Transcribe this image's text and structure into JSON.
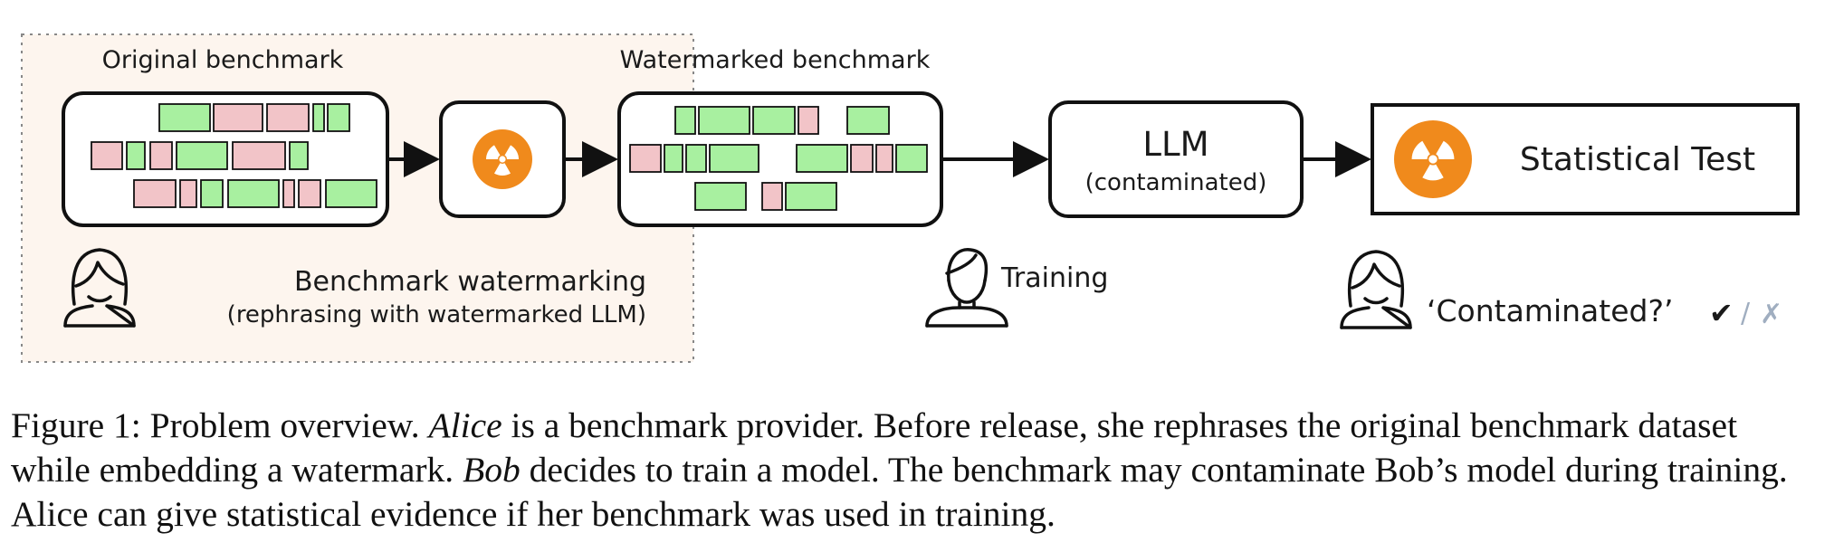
{
  "diagram": {
    "stages": {
      "original_label": "Original benchmark",
      "watermarked_label": "Watermarked benchmark",
      "llm_title": "LLM",
      "llm_subtitle": "(contaminated)",
      "test_label": "Statistical Test"
    },
    "actors": {
      "alice_line1": "Benchmark watermarking",
      "alice_line2": "(rephrasing with watermarked LLM)",
      "bob_label": "Training",
      "question": "‘Contaminated?’",
      "check_mark": "✔",
      "separator": "/",
      "cross_mark": "✗"
    },
    "icons": {
      "watermark": "radiation-icon",
      "alice": "woman-avatar-icon",
      "bob": "man-avatar-icon",
      "test": "radiation-icon"
    },
    "colors": {
      "token_green": "#a8f0a0",
      "token_pink": "#f2c4c8",
      "accent_orange": "#f08a1c",
      "region_fill": "#fdf5ee",
      "stroke": "#111111"
    }
  },
  "caption": {
    "label": "Figure 1:",
    "text_1": " Problem overview. ",
    "alice": "Alice",
    "text_2": " is a benchmark provider. Before release, she rephrases the original benchmark dataset while embedding a watermark. ",
    "bob": "Bob",
    "text_3": " decides to train a model. The benchmark may contaminate Bob’s model during training. Alice can give statistical evidence if her benchmark was used in training."
  }
}
